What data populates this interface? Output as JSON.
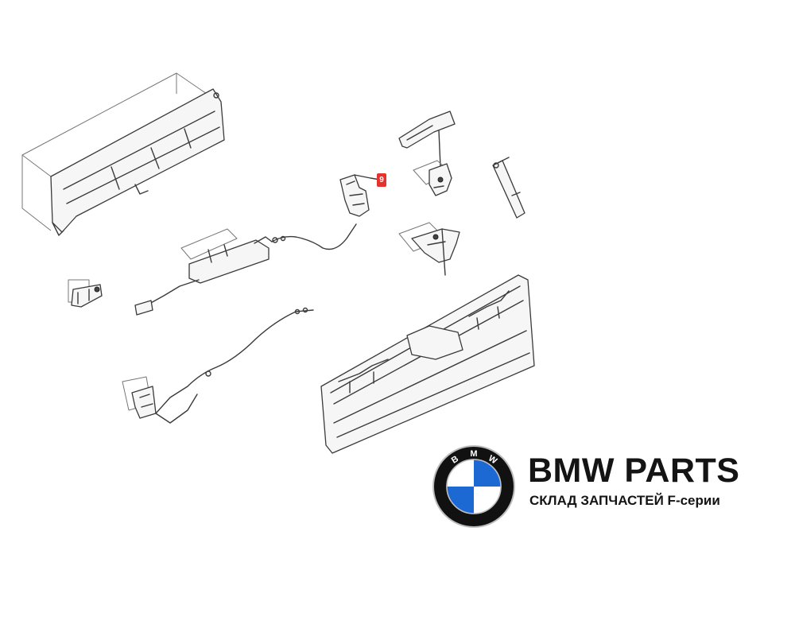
{
  "diagram": {
    "callout_label": "9"
  },
  "brand": {
    "logo_letters": "BMW",
    "title": "BMW PARTS",
    "subtitle": "СКЛАД ЗАПЧАСТЕЙ F-серии",
    "colors": {
      "logo_blue": "#1c69d4",
      "logo_ring": "#111111",
      "callout": "#e5322d"
    }
  }
}
